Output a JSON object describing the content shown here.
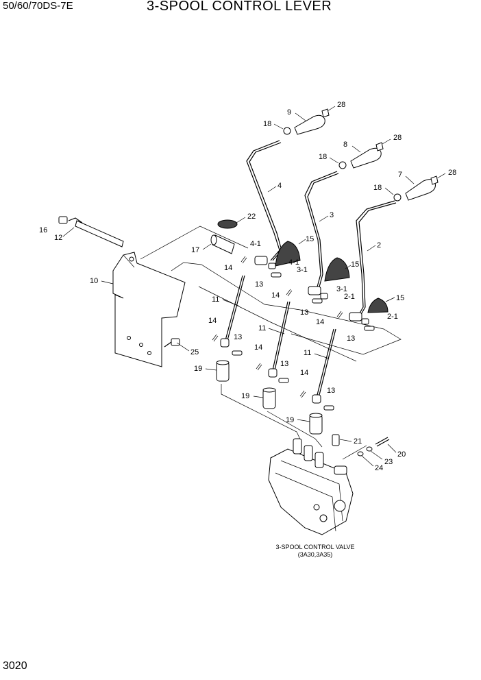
{
  "header": {
    "model": "50/60/70DS-7E",
    "title": "3-SPOOL CONTROL LEVER"
  },
  "footer": {
    "page_number": "3020"
  },
  "caption": {
    "line1": "3-SPOOL CONTROL VALVE",
    "line2": "(3A30,3A35)"
  },
  "callouts": [
    "28",
    "9",
    "18",
    "28",
    "8",
    "18",
    "28",
    "7",
    "18",
    "4",
    "3",
    "2",
    "22",
    "15",
    "15",
    "15",
    "4-1",
    "4-1",
    "3-1",
    "3-1",
    "2-1",
    "2-1",
    "14",
    "14",
    "14",
    "14",
    "14",
    "14",
    "13",
    "13",
    "13",
    "13",
    "13",
    "13",
    "11",
    "11",
    "11",
    "17",
    "16",
    "12",
    "10",
    "25",
    "19",
    "19",
    "19",
    "21",
    "20",
    "23",
    "24"
  ]
}
